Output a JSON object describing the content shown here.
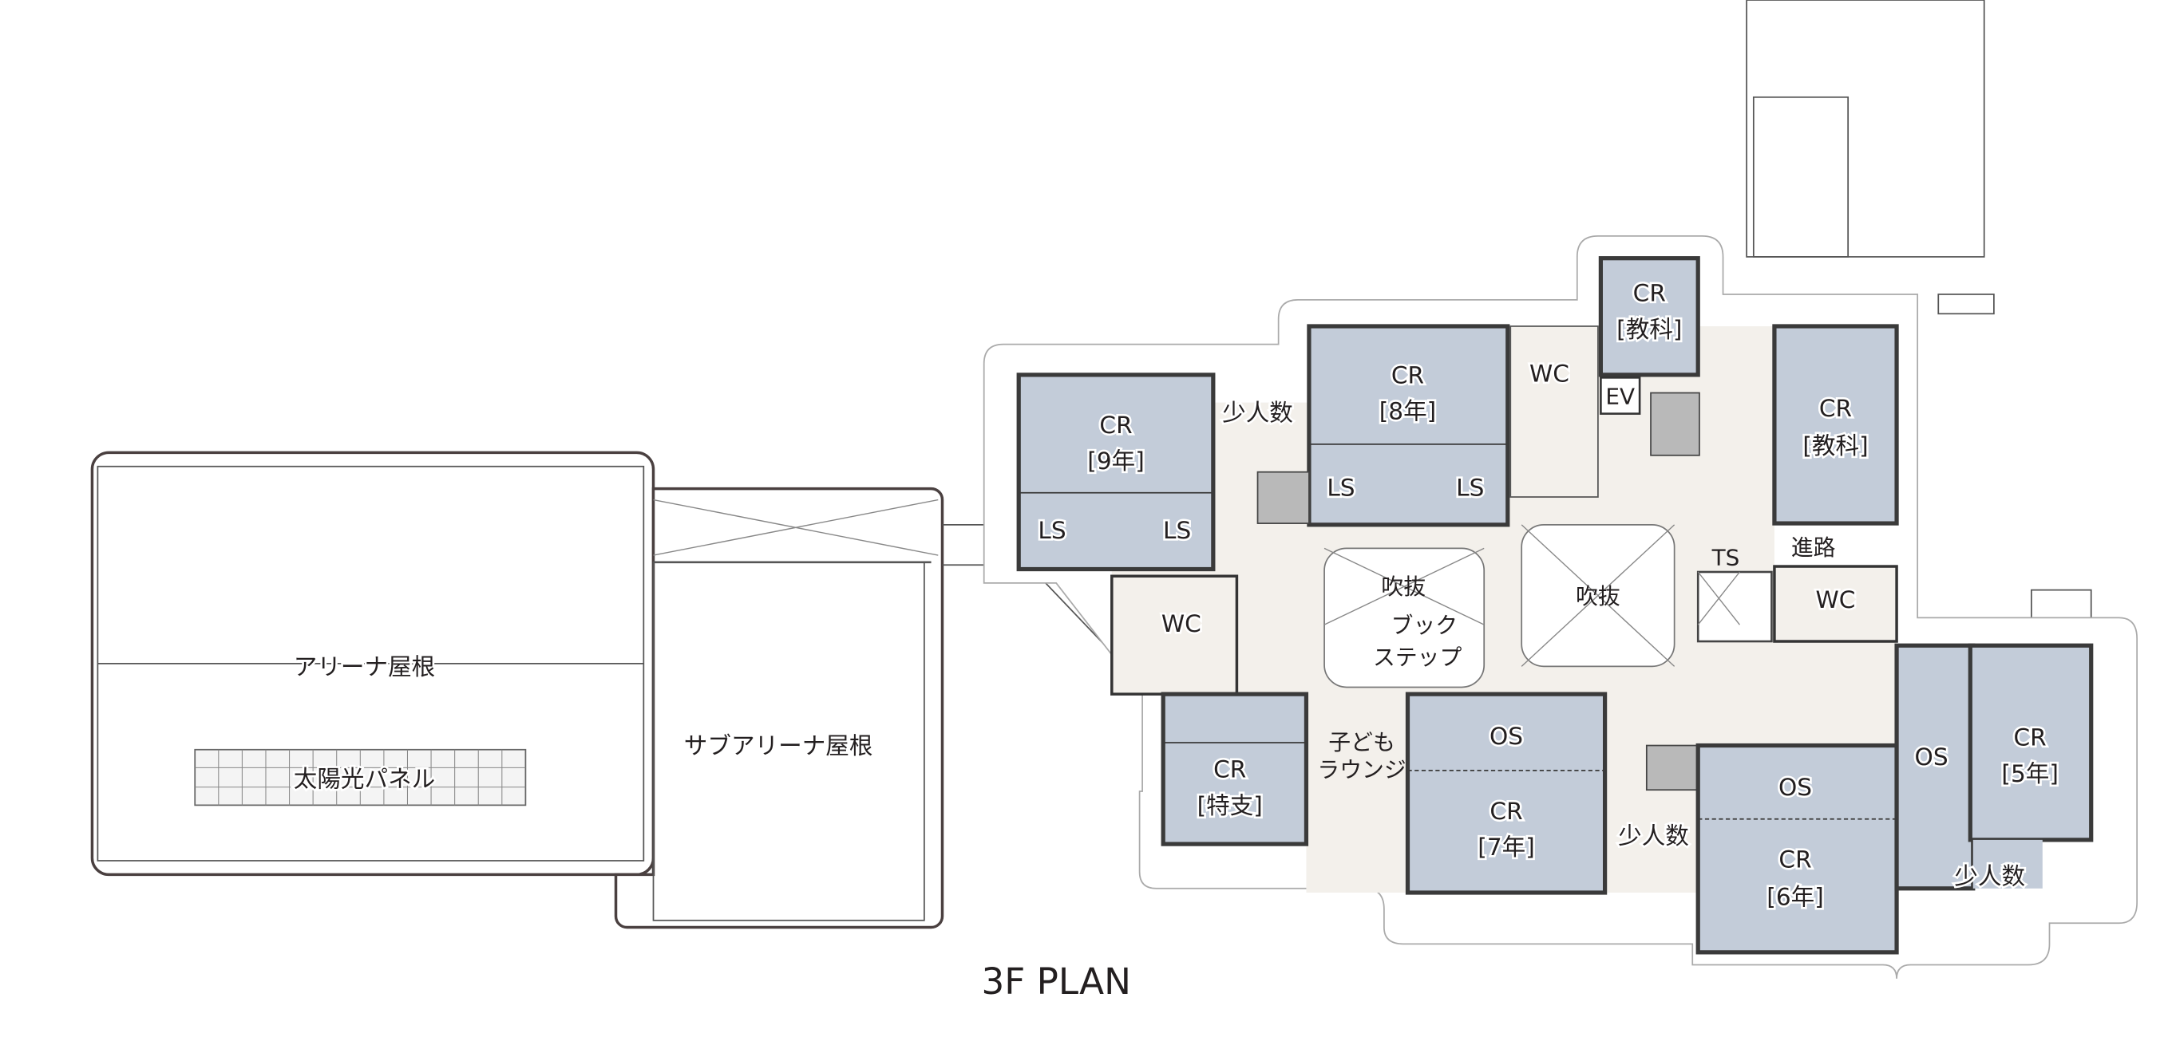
{
  "title": "3F PLAN",
  "roofs": {
    "arena": "アリーナ屋根",
    "solar": "太陽光パネル",
    "sub_arena": "サブアリーナ屋根"
  },
  "rooms": {
    "cr9": {
      "a": "CR",
      "b": "[9年]"
    },
    "cr8": {
      "a": "CR",
      "b": "[8年]"
    },
    "cr_subject_top": {
      "a": "CR",
      "b": "[教科]"
    },
    "cr_subject_right": {
      "a": "CR",
      "b": "[教科]"
    },
    "cr_special": {
      "a": "CR",
      "b": "[特支]"
    },
    "cr7": {
      "a": "CR",
      "b": "[7年]"
    },
    "cr6": {
      "a": "CR",
      "b": "[6年]"
    },
    "cr5": {
      "a": "CR",
      "b": "[5年]"
    },
    "ls": "LS",
    "os": "OS",
    "wc": "WC",
    "ev": "EV",
    "ts": "TS",
    "career": "進路",
    "small_group": "少人数",
    "atrium": "吹抜",
    "book_step": {
      "a": "ブック",
      "b": "ステップ"
    },
    "kids_lounge": {
      "a": "子ども",
      "b": "ラウンジ"
    }
  },
  "colors": {
    "classroom": "#c3ccd9",
    "floor": "#f3f0eb"
  }
}
